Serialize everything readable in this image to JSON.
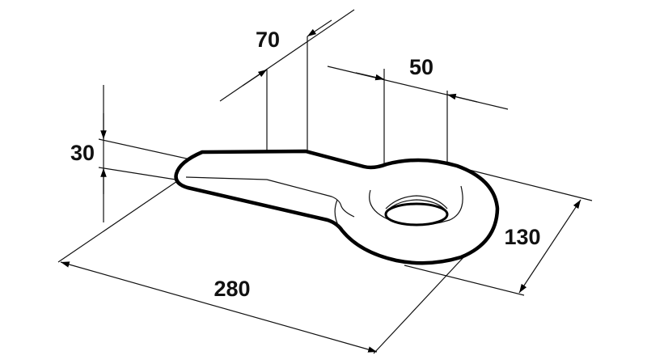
{
  "dimensions": {
    "slot_width": "70",
    "hole_diameter": "50",
    "thickness": "30",
    "ring_width": "130",
    "overall_length": "280"
  },
  "colors": {
    "line": "#000000",
    "background": "#ffffff"
  }
}
